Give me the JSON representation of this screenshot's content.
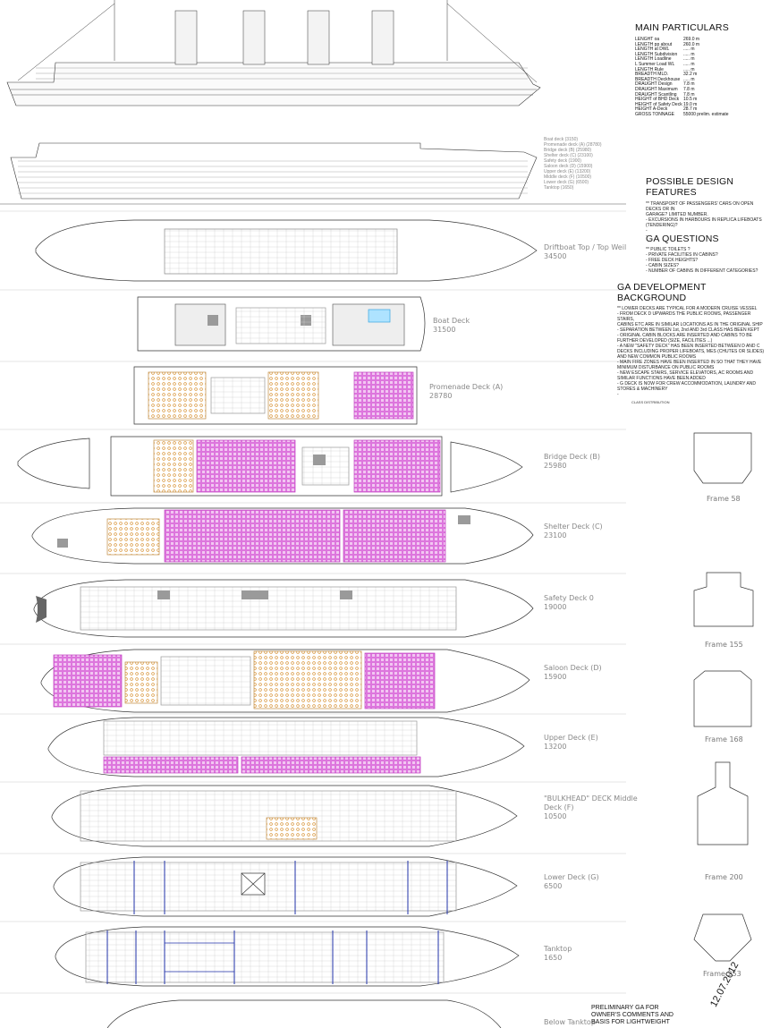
{
  "main_particulars": {
    "title": "MAIN PARTICULARS",
    "rows": [
      {
        "k": "LENGHT oa",
        "v": "269.0 m"
      },
      {
        "k": "LENGTH pp about",
        "v": "260.0 m"
      },
      {
        "k": "LENGTH at DWL",
        "v": "..... m"
      },
      {
        "k": "LENGTH Subdivision",
        "v": "..... m"
      },
      {
        "k": "LENGTH Loadline",
        "v": "..... m"
      },
      {
        "k": "L Summer Load WL",
        "v": "..... m"
      },
      {
        "k": "LENGTH Rule",
        "v": "..... m"
      },
      {
        "k": "BREADTH MLD.",
        "v": "32.2 m"
      },
      {
        "k": "BREADTH Deckhouse",
        "v": "..... m"
      },
      {
        "k": "DRAUGHT Design",
        "v": "7.8 m"
      },
      {
        "k": "DRAUGHT Maximum",
        "v": "7.8 m"
      },
      {
        "k": "DRAUGHT Scantling",
        "v": "7.8 m"
      },
      {
        "k": "HEIGHT of BHD Deck",
        "v": "10.5 m"
      },
      {
        "k": "HEIGHT of Safety Deck",
        "v": "19.0 m"
      },
      {
        "k": "HEIGHT A-Deck",
        "v": "28.7 m"
      },
      {
        "k": "GROSS TONNAGE",
        "v": "55000 prelim. estimate"
      }
    ]
  },
  "design_features": {
    "title": "POSSIBLE DESIGN FEATURES",
    "lines": [
      "** TRANSPORT OF PASSENGERS' CARS ON OPEN DECKS OR IN",
      "GARAGE? LIMITED NUMBER.",
      "- EXCURSIONS IN HARBOURS IN REPLICA LIFEBOATS",
      "(TENDERING)?",
      "-",
      "-"
    ]
  },
  "ga_questions": {
    "title": "GA QUESTIONS",
    "lines": [
      "** PUBLIC TOILETS ?",
      "- PRIVATE FACILITIES IN CABINS?",
      "- FREE DECK HEIGHTS?",
      "- CABIN SIZES?",
      "- NUMBER OF CABINS IN DIFFERENT CATEGORIES?"
    ]
  },
  "ga_background": {
    "title": "GA DEVELOPMENT BACKGROUND",
    "lines": [
      "** LOWER DECKS ARE TYPICAL FOR A MODERN CRUISE VESSEL",
      "- FROM DECK D UPWARDS THE PUBLIC ROOMS, PASSENGER STAIRS,",
      "CABINS ETC ARE IN SIMILAR LOCATIONS AS IN THE ORIGINAL SHIP",
      "- SEPARATION BETWEEN 1st, 2nd AND 3rd CLASS HAS BEEN KEPT",
      "- ORIGINAL CABIN BLOCKS ARE INSERTED AND CABINS TO BE",
      "FURTHER DEVELOPED (SIZE, FACILITIES ...)",
      "- A NEW \"SAFETY DECK\" HAS BEEN INSERTED BETWEEN D AND C",
      "DECKS INCLUDING PROPER LIFEBOATS, MES (CHUTES OR SLIDES)",
      "AND NEW COMMON PUBLIC ROOMS",
      "- MAIN FIRE ZONES HAVE BEEN INSERTED IN SO THAT THEY HAVE",
      "MINIMUM DISTURBANCE ON PUBLIC ROOMS",
      "- NEW ESCAPE STAIRS, SERVICE ELEVATORS, AC ROOMS AND",
      "SIMILAR FUNCTIONS HAVE BEEN ADDED",
      "- G DECK IS NOW FOR CREW ACCOMMODATION, LAUNDRY AND",
      "STORES & MACHINERY",
      "-"
    ],
    "footnote": "CLASS DISTRIBUTION"
  },
  "profile_decks": [
    "Boat deck (3150)",
    "Promenade deck (A) (28780)",
    "Bridge deck (B) (25980)",
    "Shelter deck (C) (23100)",
    "Safety deck (1900)",
    "Saloon deck (D) (15900)",
    "Upper deck (E) (13200)",
    "Middle deck (F) (10500)",
    "Lower deck (G) (6500)",
    "Tanktop (1650)"
  ],
  "deck_plans": [
    {
      "name": "Driftboat Top / Top Weil",
      "level": "34500"
    },
    {
      "name": "Boat Deck",
      "level": "31500"
    },
    {
      "name": "Promenade Deck (A)",
      "level": "28780"
    },
    {
      "name": "Bridge Deck (B)",
      "level": "25980"
    },
    {
      "name": "Shelter Deck (C)",
      "level": "23100"
    },
    {
      "name": "Safety Deck 0",
      "level": "19000"
    },
    {
      "name": "Saloon Deck (D)",
      "level": "15900"
    },
    {
      "name": "Upper Deck (E)",
      "level": "13200"
    },
    {
      "name": "\"BULKHEAD\" DECK Middle Deck (F)",
      "level": "10500"
    },
    {
      "name": "Lower Deck (G)",
      "level": "6500"
    },
    {
      "name": "Tanktop",
      "level": "1650"
    },
    {
      "name": "Below Tanktop",
      "level": ""
    }
  ],
  "frames": [
    "Frame 58",
    "Frame 155",
    "Frame 168",
    "Frame 200",
    "Frame 253"
  ],
  "title_block": {
    "line1": "PRELIMINARY GA FOR",
    "line2": "OWNER'S COMMENTS AND",
    "line3": "BASIS FOR LIGHTWEIGHT"
  },
  "date": "12.07.2012",
  "colors": {
    "line": "#333333",
    "cabin_magenta": "#e060e0",
    "public_orange": "#e0a050",
    "grey_fill": "#9a9a9a",
    "label_grey": "#888888"
  }
}
